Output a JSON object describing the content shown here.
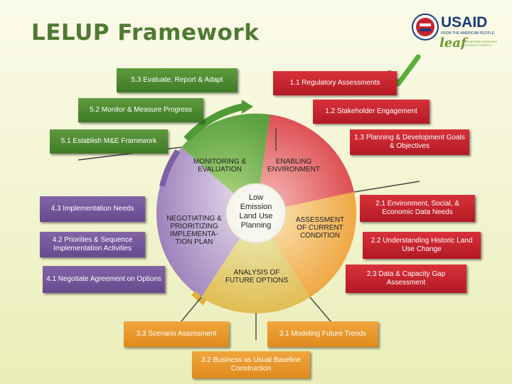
{
  "title": "LELUP Framework",
  "logos": {
    "usaid_text": "USAID",
    "usaid_tagline": "FROM THE AMERICAN PEOPLE",
    "leaf_text": "leaf",
    "leaf_tagline": "LOWERING EMISSIONS IN ASIA'S FORESTS"
  },
  "boxes": {
    "b53": "5.3 Evaluate, Report & Adapt",
    "b52": "5.2 Monitor & Measure Progress",
    "b51": "5.1 Establish M&E Framework",
    "b11": "1.1 Regulatory Assessments",
    "b12": "1.2 Stakeholder Engagement",
    "b13": "1.3 Planning & Development Goals & Objectives",
    "b43": "4.3 Implementation Needs",
    "b42": "4.2 Priorities & Sequence Implementation Activities",
    "b41": "4.1 Negotiate Agreement on Options",
    "b21": "2.1 Environment, Social, & Economic Data Needs",
    "b22": "2.2 Understanding Historic Land Use Change",
    "b23": "2.3 Data & Capacity Gap Assessment",
    "b33": "3.3 Scenario Assessment",
    "b31": "3.1 Modeling Future Trends",
    "b32": "3.2 Business as Usual Baseline Construction"
  },
  "segments": {
    "monitoring": "MONITORING & EVALUATION",
    "enabling": "ENABLING ENVIRONMENT",
    "assessment": "ASSESSMENT OF CURRENT CONDITION",
    "analysis": "ANALYSIS OF FUTURE OPTIONS",
    "negotiating": "NEGOTIATING & PRIORITIZING IMPLEMENTA-TION PLAN"
  },
  "center": "Low Emission Land Use Planning",
  "colors": {
    "title": "#4f7a33",
    "green": "#4a8a2e",
    "red": "#c8222c",
    "orange": "#e8961f",
    "purple": "#73549a"
  }
}
